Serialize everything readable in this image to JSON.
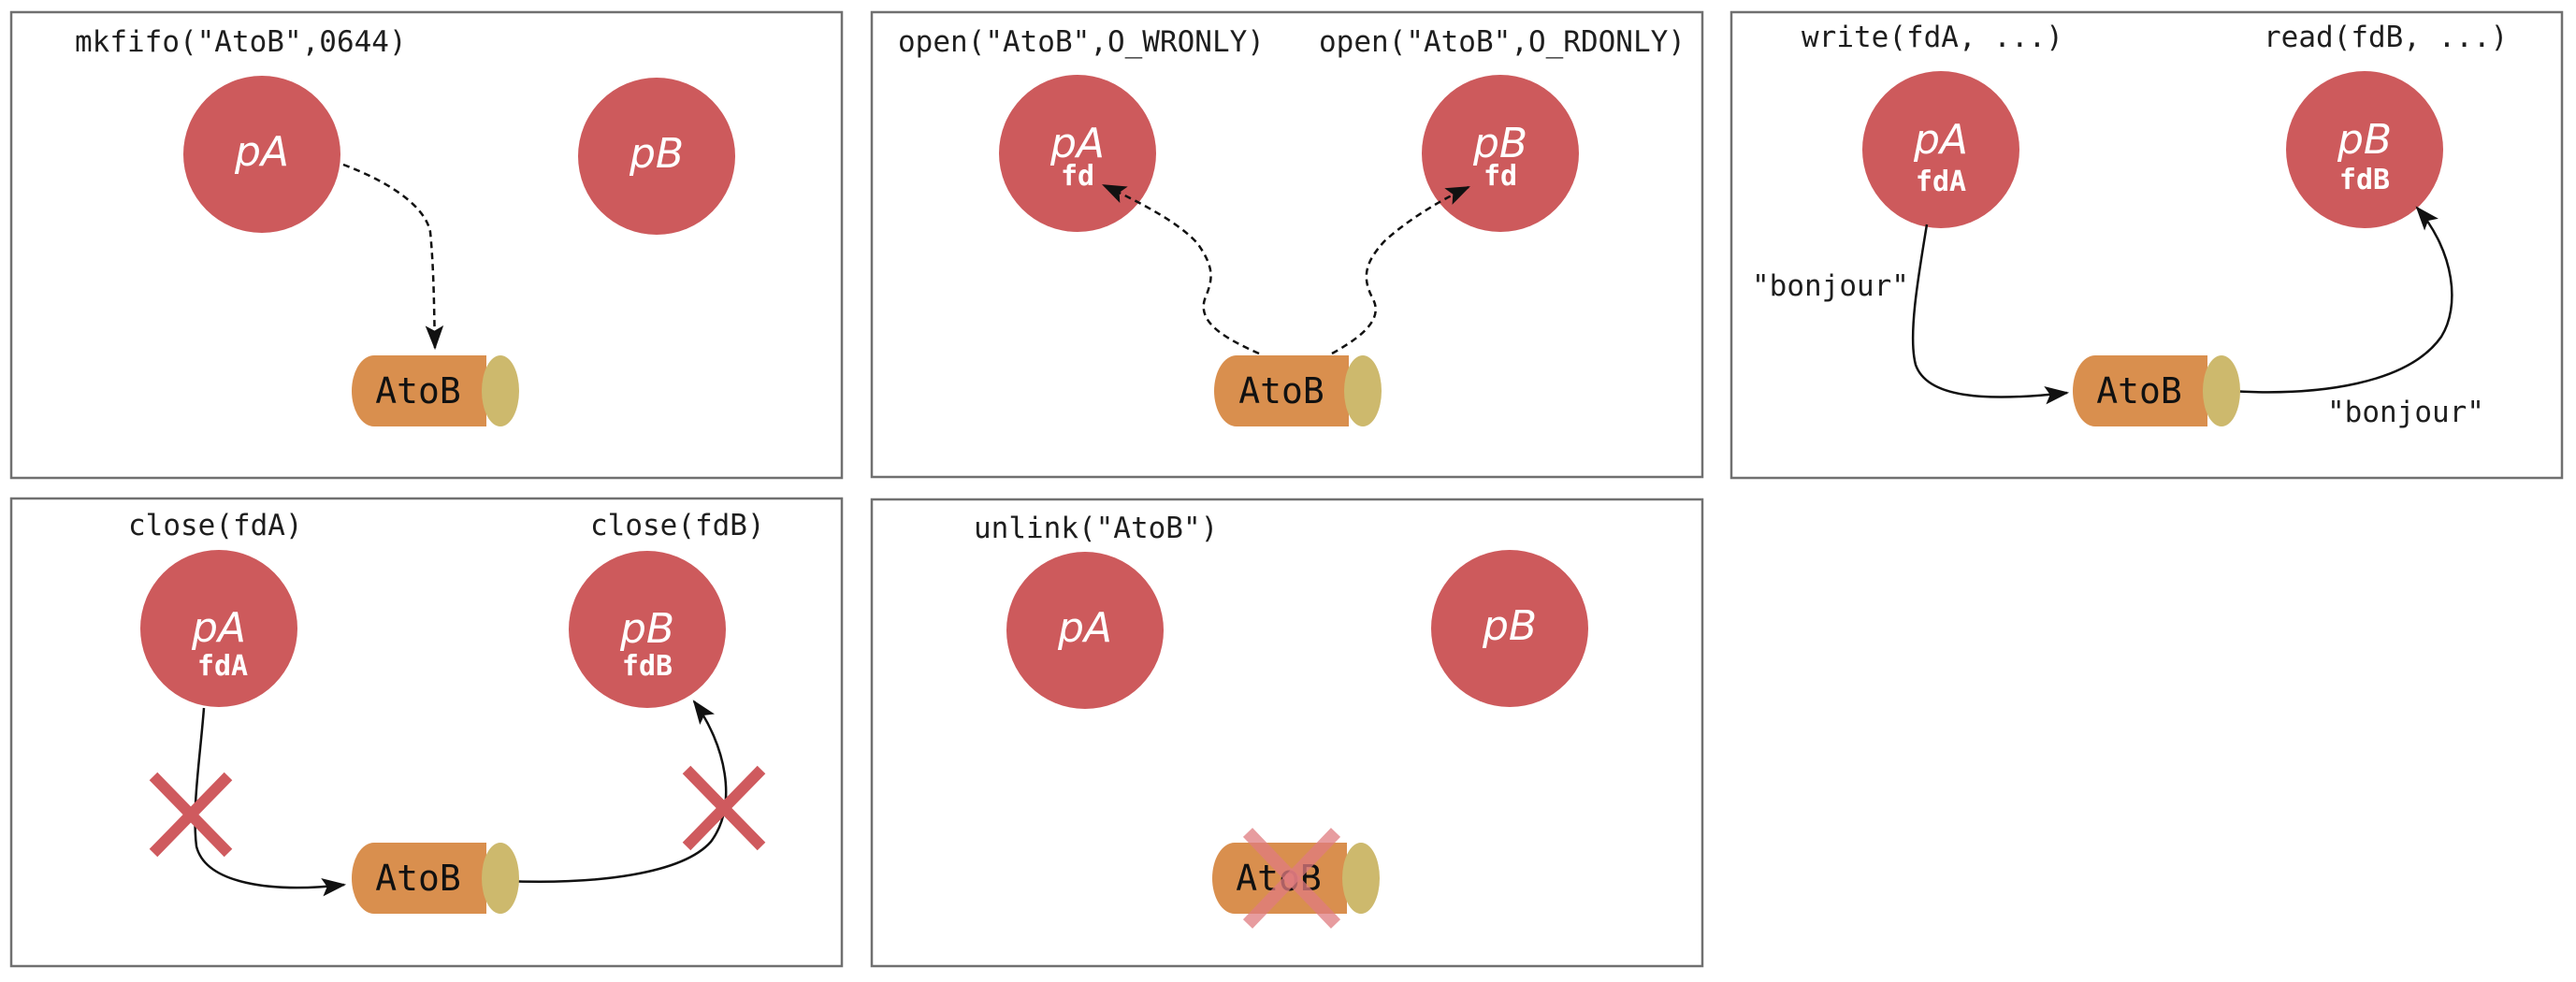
{
  "colors": {
    "process_fill": "#cd5a5c",
    "pipe_body": "#d98f4e",
    "pipe_end": "#cdb96d",
    "cross": "#cf5a5e",
    "frame": "#707070"
  },
  "panels": [
    {
      "captions": [
        "mkfifo(\"AtoB\",0644)"
      ],
      "procA": {
        "name": "pA",
        "fd": ""
      },
      "procB": {
        "name": "pB",
        "fd": ""
      },
      "pipe": "AtoB"
    },
    {
      "captions": [
        "open(\"AtoB\",O_WRONLY)",
        "open(\"AtoB\",O_RDONLY)"
      ],
      "procA": {
        "name": "pA",
        "fd": "fd"
      },
      "procB": {
        "name": "pB",
        "fd": "fd"
      },
      "pipe": "AtoB"
    },
    {
      "captions": [
        "write(fdA, ...)",
        "read(fdB, ...)"
      ],
      "procA": {
        "name": "pA",
        "fd": "fdA"
      },
      "procB": {
        "name": "pB",
        "fd": "fdB"
      },
      "pipe": "AtoB",
      "messages": [
        "\"bonjour\"",
        "\"bonjour\""
      ]
    },
    {
      "captions": [
        "close(fdA)",
        "close(fdB)"
      ],
      "procA": {
        "name": "pA",
        "fd": "fdA"
      },
      "procB": {
        "name": "pB",
        "fd": "fdB"
      },
      "pipe": "AtoB"
    },
    {
      "captions": [
        "unlink(\"AtoB\")"
      ],
      "procA": {
        "name": "pA",
        "fd": ""
      },
      "procB": {
        "name": "pB",
        "fd": ""
      },
      "pipe": "AtoB"
    }
  ]
}
